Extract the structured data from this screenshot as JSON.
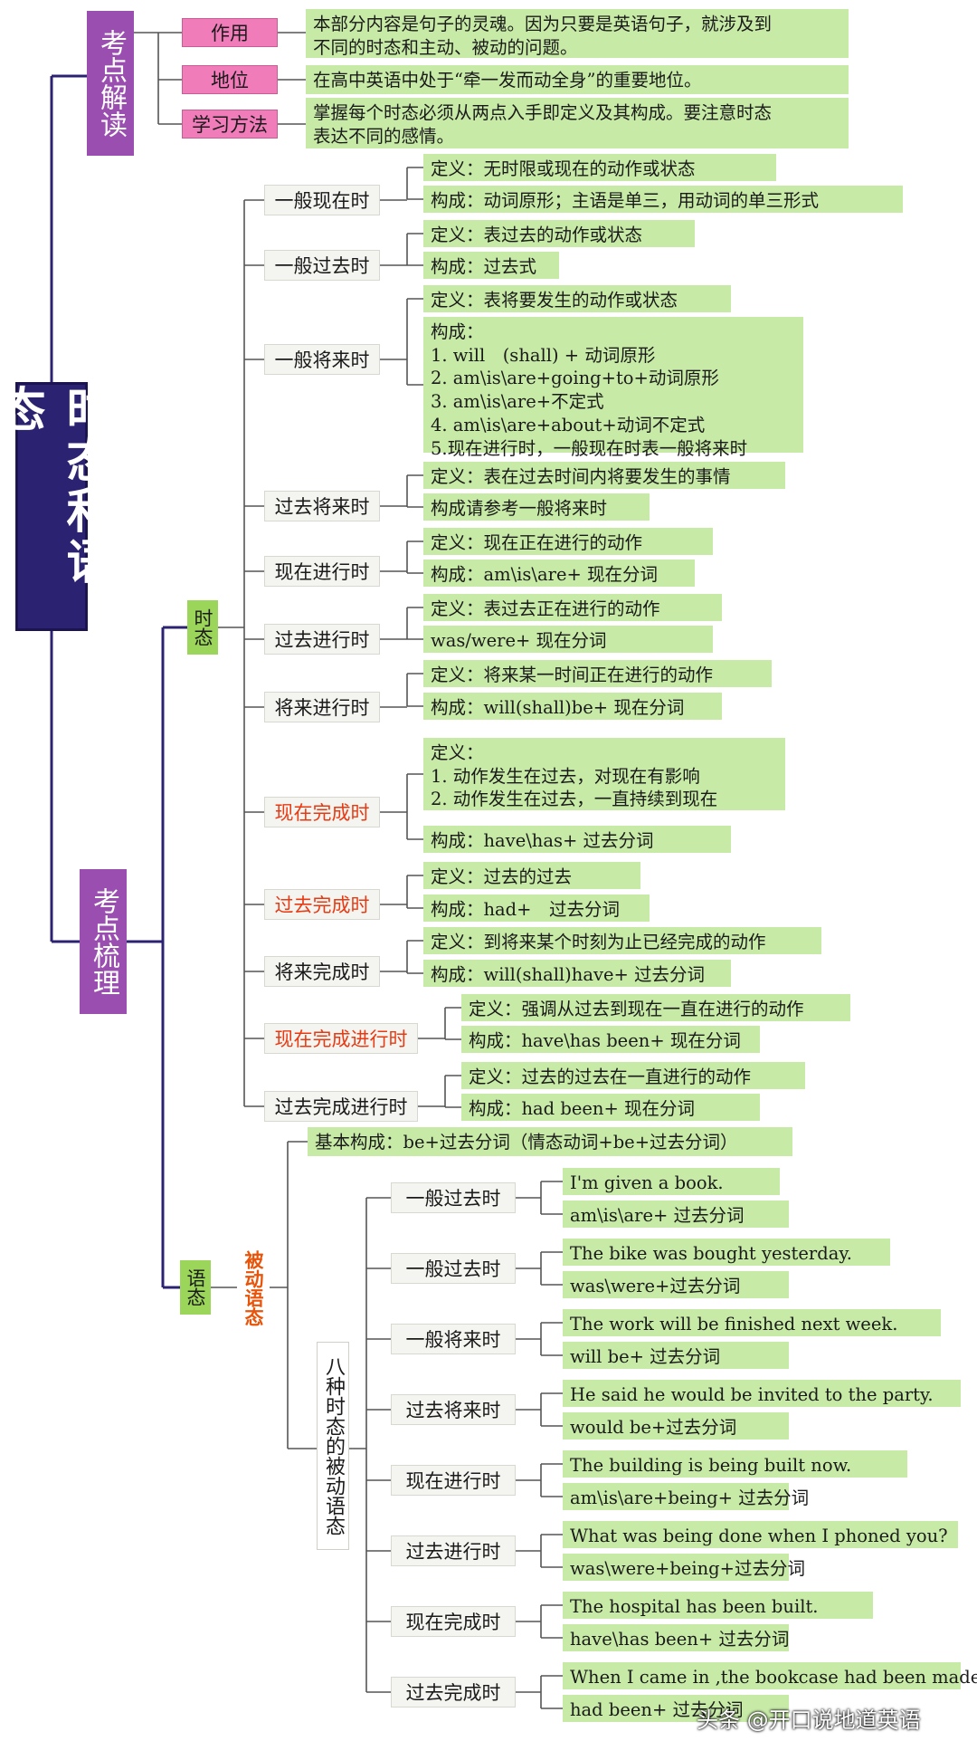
{
  "title": "时态和语态",
  "kaodian_jiedu": {
    "label": "考点解读",
    "rows": [
      {
        "key": "作用",
        "text": [
          "本部分内容是句子的灵魂。因为只要是英语句子，就涉及到",
          "不同的时态和主动、被动的问题。"
        ]
      },
      {
        "key": "地位",
        "text": [
          "在高中英语中处于“牵一发而动全身”的重要地位。"
        ]
      },
      {
        "key": "学习方法",
        "text": [
          "掌握每个时态必须从两点入手即定义及其构成。要注意时态",
          "表达不同的感情。"
        ]
      }
    ]
  },
  "kaodian_shuli": {
    "label": "考点梳理"
  },
  "tense_section": {
    "label": "时态",
    "tenses": [
      {
        "name": "一般现在时",
        "highlight": false,
        "def": [
          "定义：无时限或现在的动作或状态"
        ],
        "form": [
          "构成：动词原形；主语是单三，用动词的单三形式"
        ]
      },
      {
        "name": "一般过去时",
        "highlight": false,
        "def": [
          "定义：表过去的动作或状态"
        ],
        "form": [
          "构成：过去式"
        ]
      },
      {
        "name": "一般将来时",
        "highlight": false,
        "def": [
          "定义：表将要发生的动作或状态"
        ],
        "form": [
          "构成：",
          "1. will　(shall)  + 动词原形",
          "2. am\\is\\are+going+to+动词原形",
          "3. am\\is\\are+不定式",
          "4. am\\is\\are+about+动词不定式",
          "5.现在进行时，一般现在时表一般将来时"
        ]
      },
      {
        "name": "过去将来时",
        "highlight": false,
        "def": [
          "定义：表在过去时间内将要发生的事情"
        ],
        "form": [
          "构成请参考一般将来时"
        ]
      },
      {
        "name": "现在进行时",
        "highlight": false,
        "def": [
          "定义：现在正在进行的动作"
        ],
        "form": [
          "构成：am\\is\\are+ 现在分词"
        ]
      },
      {
        "name": "过去进行时",
        "highlight": false,
        "def": [
          "定义：表过去正在进行的动作"
        ],
        "form": [
          "was/were+ 现在分词"
        ]
      },
      {
        "name": "将来进行时",
        "highlight": false,
        "def": [
          "定义：将来某一时间正在进行的动作"
        ],
        "form": [
          "构成：will(shall)be+ 现在分词"
        ]
      },
      {
        "name": "现在完成时",
        "highlight": true,
        "def": [
          "定义：",
          "1. 动作发生在过去，对现在有影响",
          "2. 动作发生在过去，一直持续到现在"
        ],
        "form": [
          "构成：have\\has+ 过去分词"
        ]
      },
      {
        "name": "过去完成时",
        "highlight": true,
        "def": [
          "定义：过去的过去"
        ],
        "form": [
          "构成：had+　过去分词"
        ]
      },
      {
        "name": "将来完成时",
        "highlight": false,
        "def": [
          "定义：到将来某个时刻为止已经完成的动作"
        ],
        "form": [
          "构成：will(shall)have+ 过去分词"
        ]
      },
      {
        "name": "现在完成进行时",
        "highlight": true,
        "def": [
          "定义：强调从过去到现在一直在进行的动作"
        ],
        "form": [
          "构成：have\\has been+ 现在分词"
        ]
      },
      {
        "name": "过去完成进行时",
        "highlight": false,
        "def": [
          "定义：过去的过去在一直进行的动作"
        ],
        "form": [
          "构成：had been+ 现在分词"
        ]
      }
    ]
  },
  "voice_section": {
    "label": "语态",
    "passive_label": "被动语态",
    "basic": "基本构成：be+过去分词（情态动词+be+过去分词）",
    "eight_label": "八种时态的被动语态",
    "items": [
      {
        "tense": "一般过去时",
        "example": "I'm given a book.",
        "form": "am\\is\\are+ 过去分词"
      },
      {
        "tense": "一般过去时",
        "example": "The bike was bought yesterday.",
        "form": "was\\were+过去分词"
      },
      {
        "tense": "一般将来时",
        "example": "The work will be finished next week.",
        "form": "will be+ 过去分词"
      },
      {
        "tense": "过去将来时",
        "example": "He said he would be invited to the party.",
        "form": "would be+过去分词"
      },
      {
        "tense": "现在进行时",
        "example": "The building is being built now.",
        "form": "am\\is\\are+being+ 过去分词"
      },
      {
        "tense": "过去进行时",
        "example": "What was being done when I phoned you?",
        "form": "was\\were+being+过去分词"
      },
      {
        "tense": "现在完成时",
        "example": "The hospital has been built.",
        "form": "have\\has been+ 过去分词"
      },
      {
        "tense": "过去完成时",
        "example": "When I came in ,the bookcase had been made.",
        "form": "had been+ 过去分词"
      }
    ]
  },
  "watermark": "头条 @开口说地道英语"
}
